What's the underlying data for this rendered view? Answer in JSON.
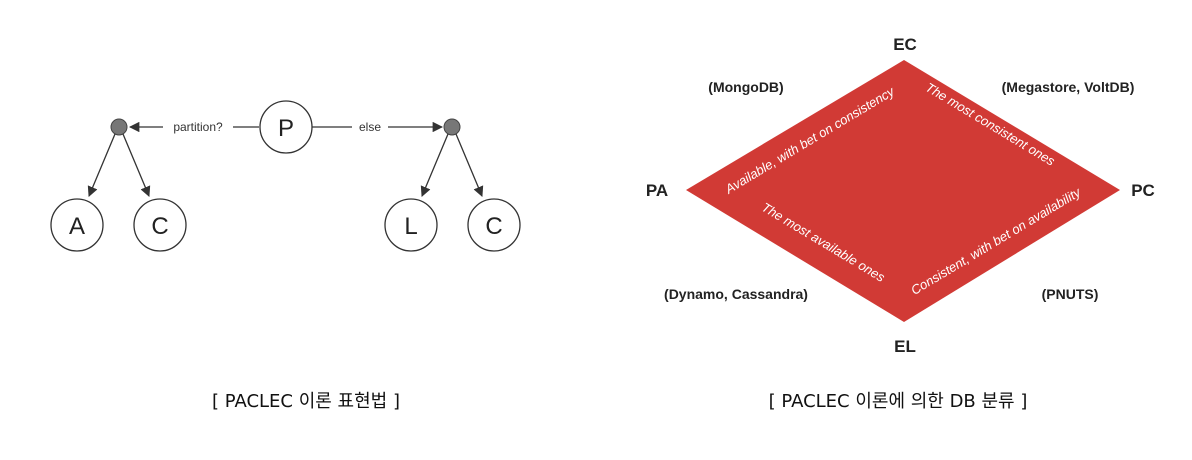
{
  "tree": {
    "root_label": "P",
    "left_edge_label": "partition?",
    "right_edge_label": "else",
    "left_children": [
      "A",
      "C"
    ],
    "right_children": [
      "L",
      "C"
    ],
    "caption": "[ PACLEC 이론 표현법 ]"
  },
  "diamond": {
    "color": "#d13a35",
    "corners": {
      "top": "EC",
      "left": "PA",
      "right": "PC",
      "bottom": "EL"
    },
    "systems": {
      "top_left": "(MongoDB)",
      "top_right": "(Megastore, VoltDB)",
      "bottom_left": "(Dynamo, Cassandra)",
      "bottom_right": "(PNUTS)"
    },
    "edges": {
      "upper_left": "Available, with bet on consistency",
      "upper_right": "The most consistent ones",
      "lower_left": "The most available ones",
      "lower_right": "Consistent, with bet on availability"
    },
    "caption": "[ PACLEC 이론에 의한 DB 분류 ]"
  }
}
